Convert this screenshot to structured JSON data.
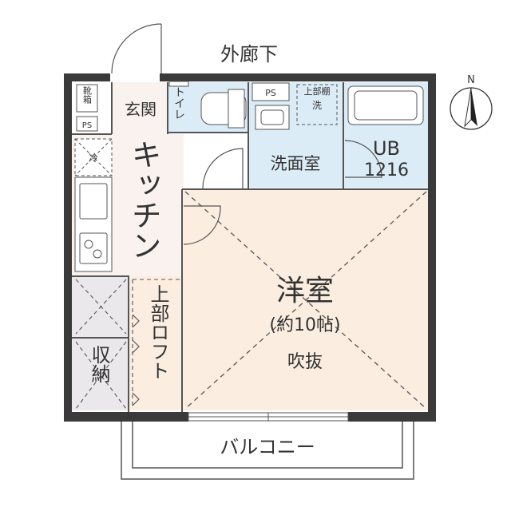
{
  "labels": {
    "corridor": "外廊下",
    "entrance": "玄関",
    "shoe_box": "靴箱",
    "ps_entrance": "PS",
    "ps_top": "PS",
    "toilet": "トイレ",
    "wash_machine": "洗",
    "upper_shelf": "上部棚",
    "fridge": "冷",
    "kitchen": "キッチン",
    "washroom": "洗面室",
    "ub": "UB",
    "ub_size": "1216",
    "western_room": "洋室",
    "room_size": "(約10帖)",
    "fukinuke": "吹抜",
    "loft": "上部ロフト",
    "storage": "収納",
    "balcony": "バルコニー",
    "north": "N"
  },
  "colors": {
    "wall": "#3a3a3a",
    "kitchen_floor": "#f9f2ef",
    "wet_area": "#dcecf7",
    "room_floor": "#fbeee1",
    "storage": "#ebe8ec",
    "loft_floor": "#fbeee1",
    "line": "#555555"
  }
}
